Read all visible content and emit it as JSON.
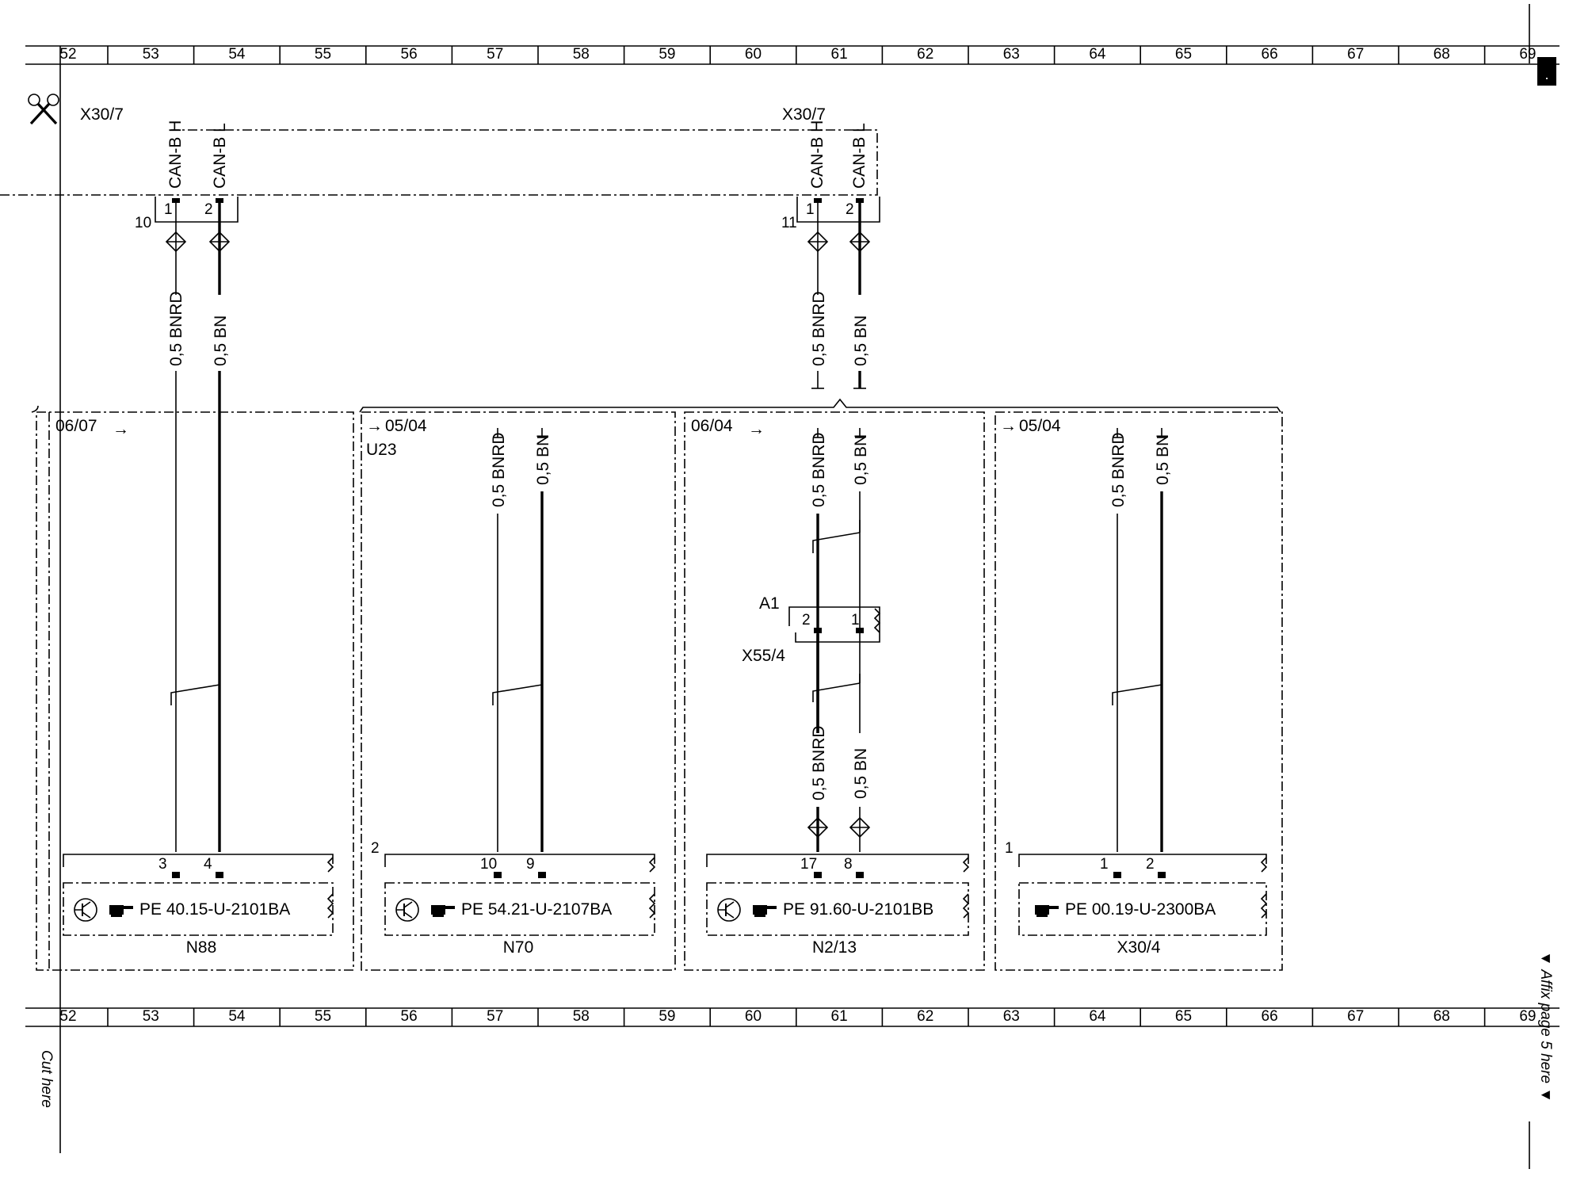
{
  "grid_numbers": [
    "52",
    "53",
    "54",
    "55",
    "56",
    "57",
    "58",
    "59",
    "60",
    "61",
    "62",
    "63",
    "64",
    "65",
    "66",
    "67",
    "68",
    "69"
  ],
  "page_marker": ".",
  "top_connector": {
    "left_id": "X30/7",
    "right_id": "X30/7",
    "left_pin_labels": [
      "CAN-B H",
      "CAN-B L"
    ],
    "right_pin_labels": [
      "CAN-B H",
      "CAN-B L"
    ],
    "left_slot": "10",
    "right_slot": "11",
    "left_pins": [
      "1",
      "2"
    ],
    "right_pins": [
      "1",
      "2"
    ]
  },
  "wires": {
    "bnrd": "0,5 BNRD",
    "bn": "0,5 BN"
  },
  "sections": [
    {
      "ref": "06/07",
      "arrow": "→",
      "module": "N88",
      "pins": [
        "3",
        "4"
      ],
      "part": "PE 40.15-U-2101BA"
    },
    {
      "ref": "05/04",
      "arrow": "→",
      "sub": "U23",
      "slot": "2",
      "module": "N70",
      "pins": [
        "10",
        "9"
      ],
      "part": "PE 54.21-U-2107BA"
    },
    {
      "ref": "06/04",
      "arrow": "→",
      "module": "N2/13",
      "pins": [
        "17",
        "8"
      ],
      "part": "PE 91.60-U-2101BB",
      "inline_connector": {
        "label": "A1",
        "id": "X55/4",
        "pins": [
          "2",
          "1"
        ]
      }
    },
    {
      "ref": "05/04",
      "arrow": "→",
      "slot": "1",
      "module": "X30/4",
      "pins": [
        "1",
        "2"
      ],
      "part": "PE 00.19-U-2300BA"
    }
  ],
  "cut_here": "Cut here",
  "affix_note": "▼ Affix page 5 here ▼",
  "icons": [
    "scissors-icon",
    "transistor-icon",
    "pointing-hand-icon",
    "twisted-pair-icon",
    "splice-icon"
  ]
}
